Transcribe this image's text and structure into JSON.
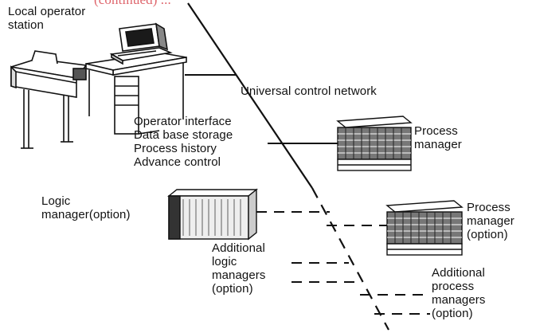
{
  "cut_off_caption": "(continued) ...",
  "labels": {
    "local_station": [
      "Local operator",
      "station"
    ],
    "network": "Universal control network",
    "functions": [
      "Operator interface",
      "Data base storage",
      "Process history",
      "Advance control"
    ],
    "pm1": [
      "Process",
      "manager"
    ],
    "logic_manager": [
      "Logic",
      "manager(option)"
    ],
    "pm2": [
      "Process",
      "manager",
      "(option)"
    ],
    "additional_logic": [
      "Additional",
      "logic",
      "managers",
      "(option)"
    ],
    "additional_process": [
      "Additional",
      "process",
      "managers",
      "(option)"
    ]
  }
}
